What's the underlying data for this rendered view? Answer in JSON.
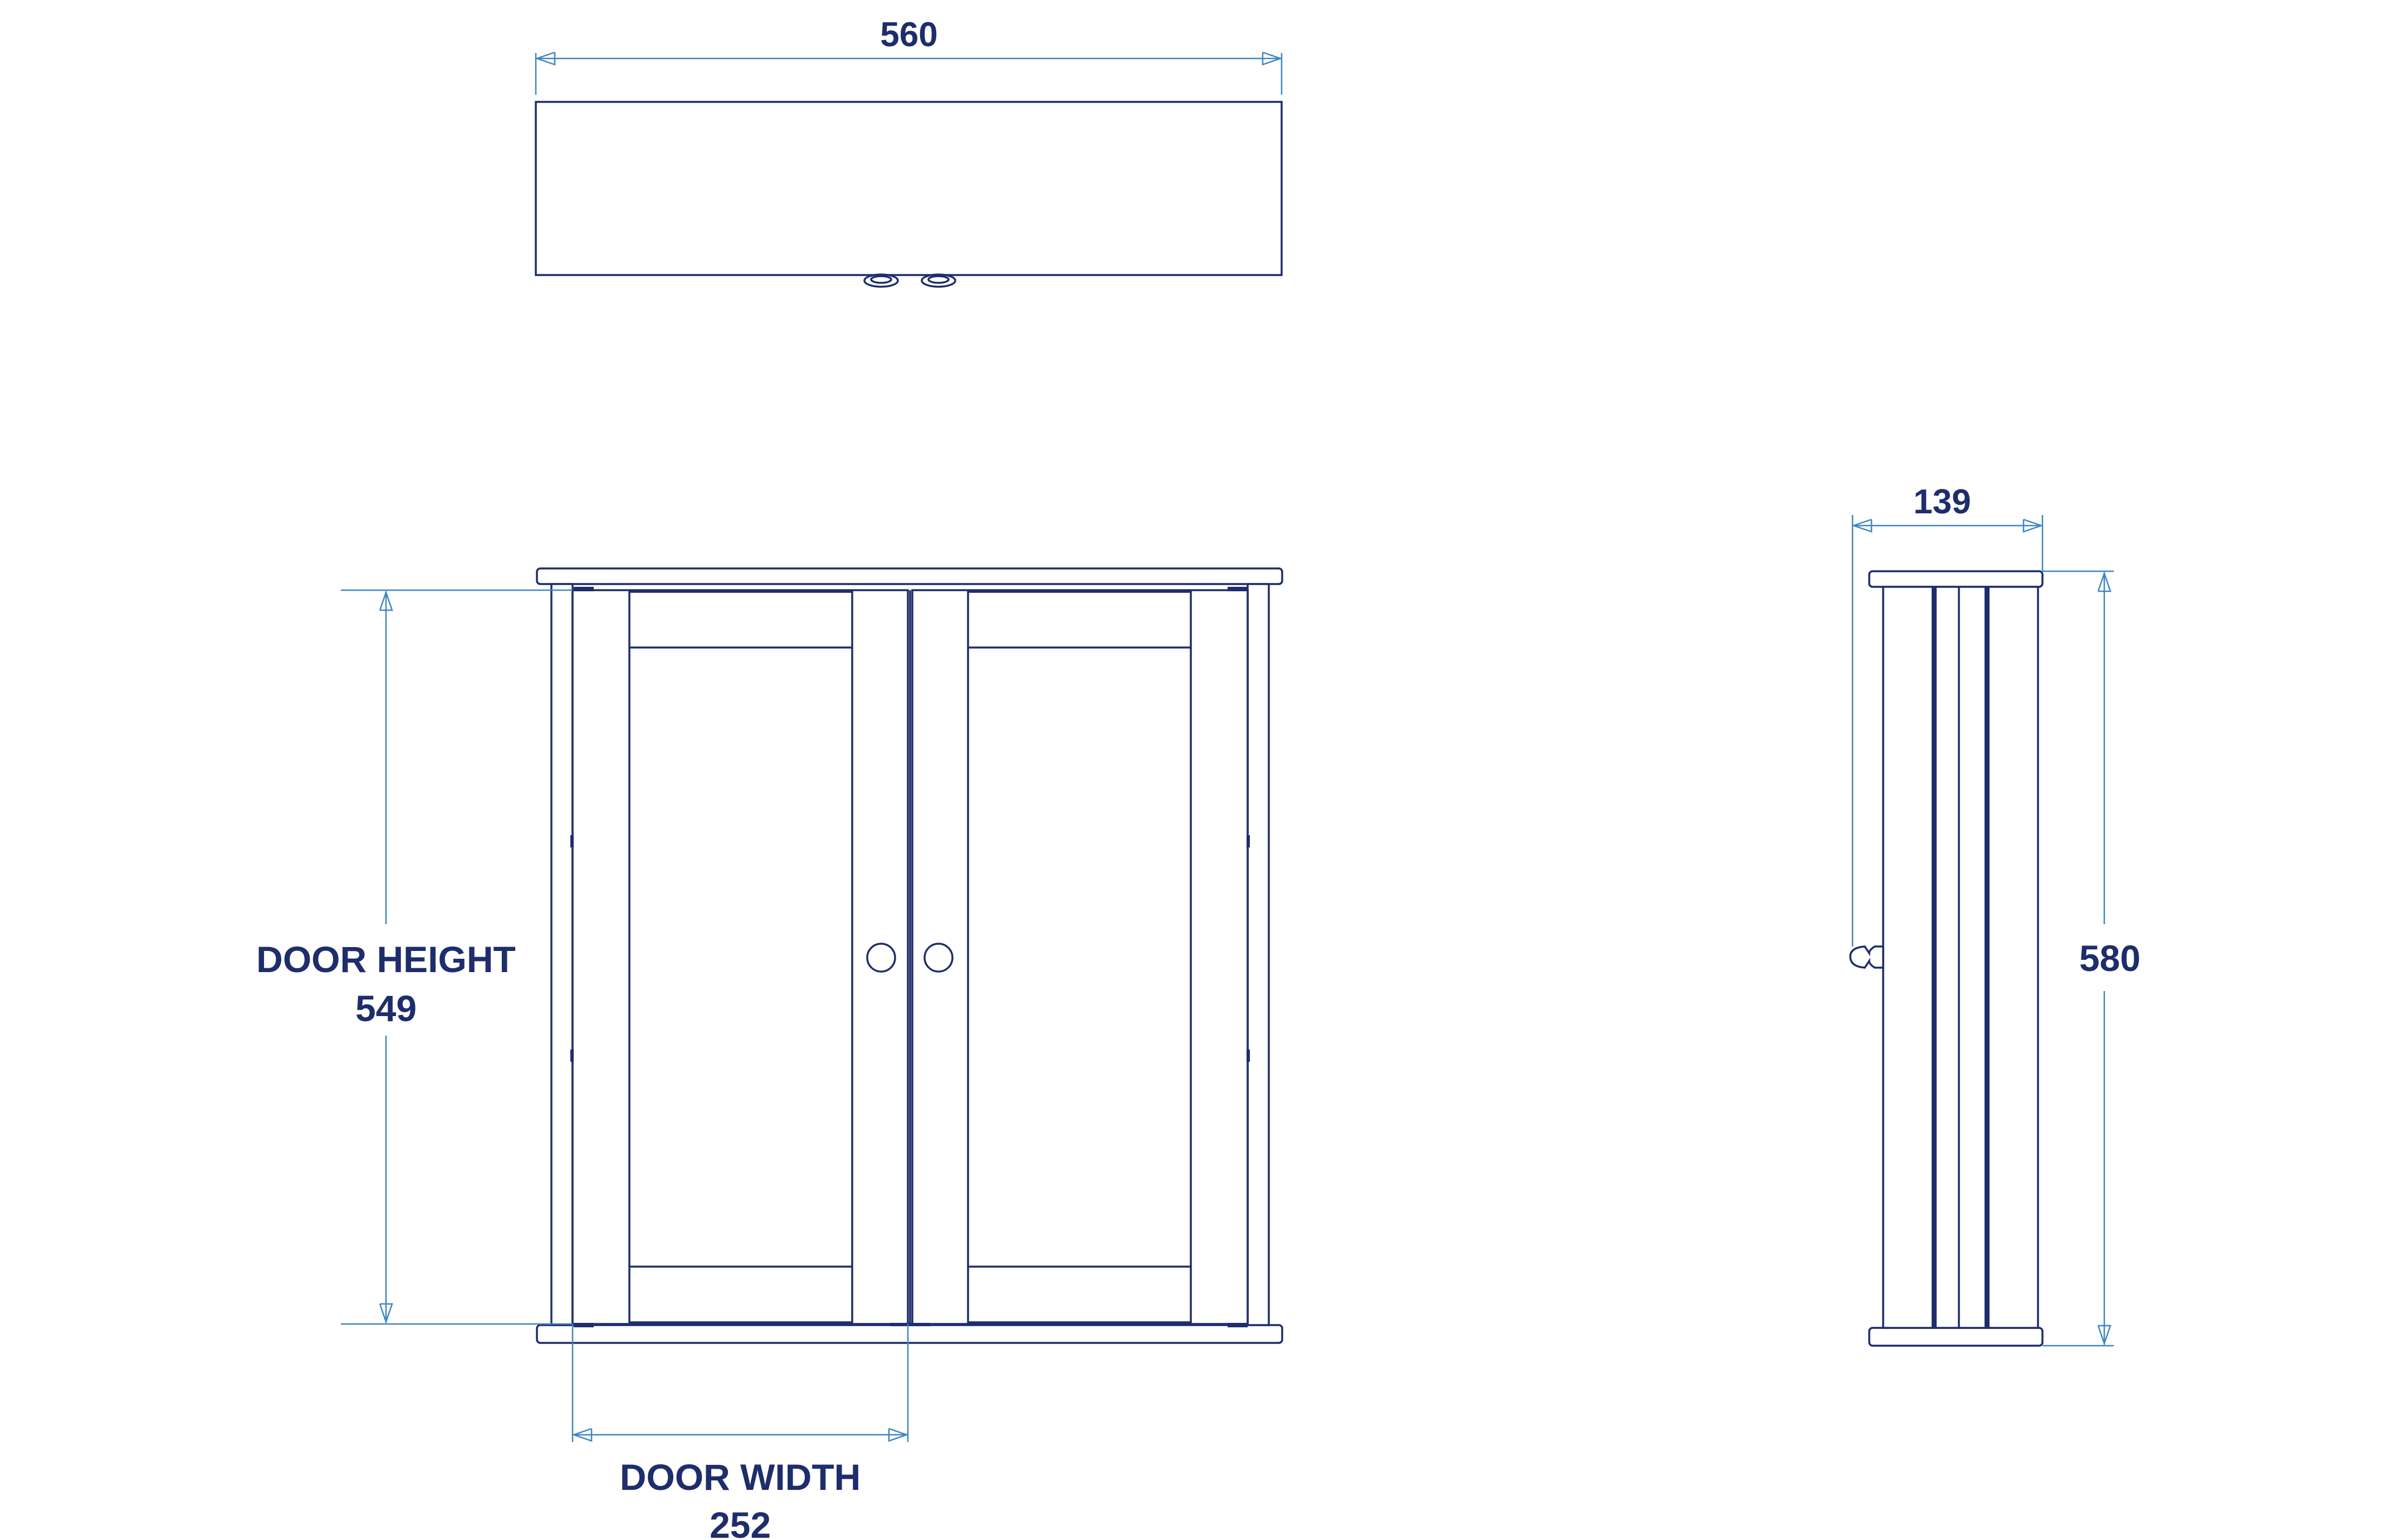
{
  "colors": {
    "line": "#1e2d6b",
    "dimension": "#3f86c2",
    "text": "#1e2d6b",
    "background": "#ffffff"
  },
  "dimensions": {
    "top_width": "560",
    "side_depth": "139",
    "side_height": "580",
    "door_height_label": "DOOR HEIGHT",
    "door_height_value": "549",
    "door_width_label": "DOOR WIDTH",
    "door_width_value": "252"
  }
}
